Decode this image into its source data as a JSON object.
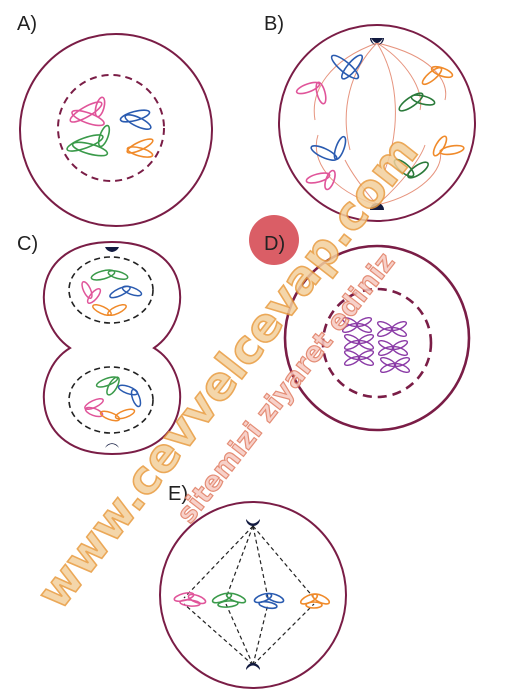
{
  "panels": {
    "a": {
      "label": "A)"
    },
    "b": {
      "label": "B)"
    },
    "c": {
      "label": "C)"
    },
    "d": {
      "label": "D)"
    },
    "e": {
      "label": "E)"
    }
  },
  "watermark": {
    "main": "www.cevvelcevap.com",
    "secondary": "sitemizi ziyaret ediniz"
  },
  "colors": {
    "membrane": "#7a1d46",
    "pink": "#e0559a",
    "green": "#3a9a4a",
    "blue": "#2a5bb0",
    "orange": "#f08a2a",
    "purple": "#8a3aa6",
    "darkgreen": "#2a7a3a",
    "centrosome": "#121a40",
    "dot": "#d23a44"
  }
}
